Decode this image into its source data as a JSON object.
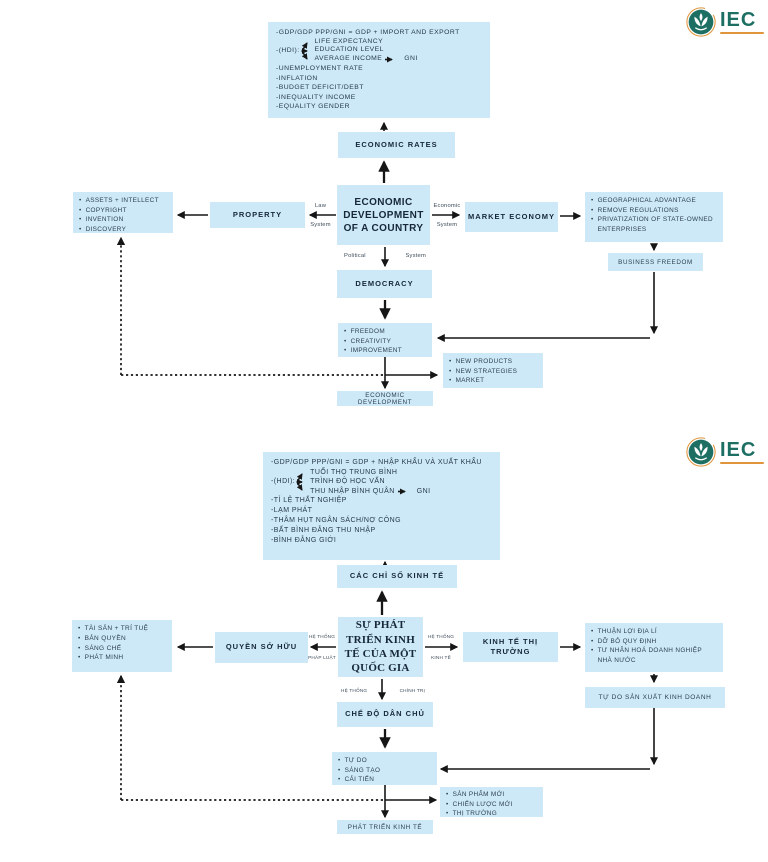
{
  "colors": {
    "box_bg": "#cde9f8",
    "navy": "#16283a",
    "arrow": "#161616",
    "logo_teal": "#1e6f63",
    "logo_orange": "#e0953c"
  },
  "logo": {
    "text": "IEC"
  },
  "en": {
    "indicators": {
      "gdp_line": "-GDP/GDP PPP/GNI = GDP + IMPORT AND EXPORT",
      "hdi_label": "-(HDI):",
      "hdi_branches": [
        "LIFE EXPECTANCY",
        "EDUCATION LEVEL",
        "AVERAGE INCOME"
      ],
      "hdi_target": "GNI",
      "lines": [
        "-UNEMPLOYMENT RATE",
        "-INFLATION",
        "-BUDGET DEFICIT/DEBT",
        "-INEQUALITY INCOME",
        "-EQUALITY GENDER"
      ]
    },
    "rates": "ECONOMIC RATES",
    "center": "ECONOMIC DEVELOPMENT OF A COUNTRY",
    "labels": {
      "left_top": "Law",
      "left_bottom": "System",
      "right_top": "Economic",
      "right_bottom": "System",
      "bottom_left": "Political",
      "bottom_right": "System"
    },
    "property": "PROPERTY",
    "property_items": [
      "ASSETS + INTELLECT",
      "COPYRIGHT",
      "INVENTION",
      "DISCOVERY"
    ],
    "market": "MARKET ECONOMY",
    "market_items": [
      "GEOGRAPHICAL ADVANTAGE",
      "REMOVE REGULATIONS",
      "PRIVATIZATION OF STATE-OWNED ENTERPRISES"
    ],
    "business_freedom": "BUSINESS FREEDOM",
    "democracy": "DEMOCRACY",
    "freedom_items": [
      "FREEDOM",
      "CREATIVITY",
      "IMPROVEMENT"
    ],
    "new_items": [
      "NEW PRODUCTS",
      "NEW STRATEGIES",
      "MARKET"
    ],
    "outcome": "ECONOMIC DEVELOPMENT"
  },
  "vi": {
    "indicators": {
      "gdp_line": "-GDP/GDP PPP/GNI = GDP + NHẬP KHẨU VÀ XUẤT KHẨU",
      "hdi_label": "-(HDI):",
      "hdi_branches": [
        "TUỔI THỌ TRUNG BÌNH",
        "TRÌNH ĐỘ HỌC VẤN",
        "THU NHẬP BÌNH QUÂN"
      ],
      "hdi_target": "GNI",
      "lines": [
        "-TỈ LỆ THẤT NGHIỆP",
        "-LẠM PHÁT",
        "-THÂM HỤT NGÂN SÁCH/NỢ CÔNG",
        "-BẤT BÌNH ĐẲNG THU NHẬP",
        "-BÌNH ĐẲNG GIỚI"
      ]
    },
    "rates": "CÁC CHỈ SỐ KINH TẾ",
    "center": "SỰ PHÁT TRIỂN KINH TẾ CỦA MỘT QUỐC GIA",
    "labels": {
      "left_top": "HỆ THỐNG",
      "left_bottom": "PHÁP LUẬT",
      "right_top": "HỆ THỐNG",
      "right_bottom": "KINH TẾ",
      "bottom_left": "HỆ THỐNG",
      "bottom_right": "CHÍNH TRỊ"
    },
    "property": "QUYỀN SỞ HỮU",
    "property_items": [
      "TÀI SẢN + TRÍ TUỆ",
      "BẢN QUYỀN",
      "SÁNG CHẾ",
      "PHÁT MINH"
    ],
    "market": "KINH TẾ THỊ TRƯỜNG",
    "market_items": [
      "THUẬN LỢI ĐỊA LÍ",
      "DỠ BỎ QUY ĐỊNH",
      "TƯ NHÂN HOÁ DOANH NGHIỆP NHÀ NƯỚC"
    ],
    "business_freedom": "TỰ DO SẢN XUẤT KINH DOANH",
    "democracy": "CHẾ ĐỘ DÂN CHỦ",
    "freedom_items": [
      "TỰ DO",
      "SÁNG TẠO",
      "CẢI TIẾN"
    ],
    "new_items": [
      "SẢN PHẨM MỚI",
      "CHIẾN LƯỢC MỚI",
      "THỊ TRƯỜNG"
    ],
    "outcome": "PHÁT TRIỂN KINH TẾ"
  }
}
